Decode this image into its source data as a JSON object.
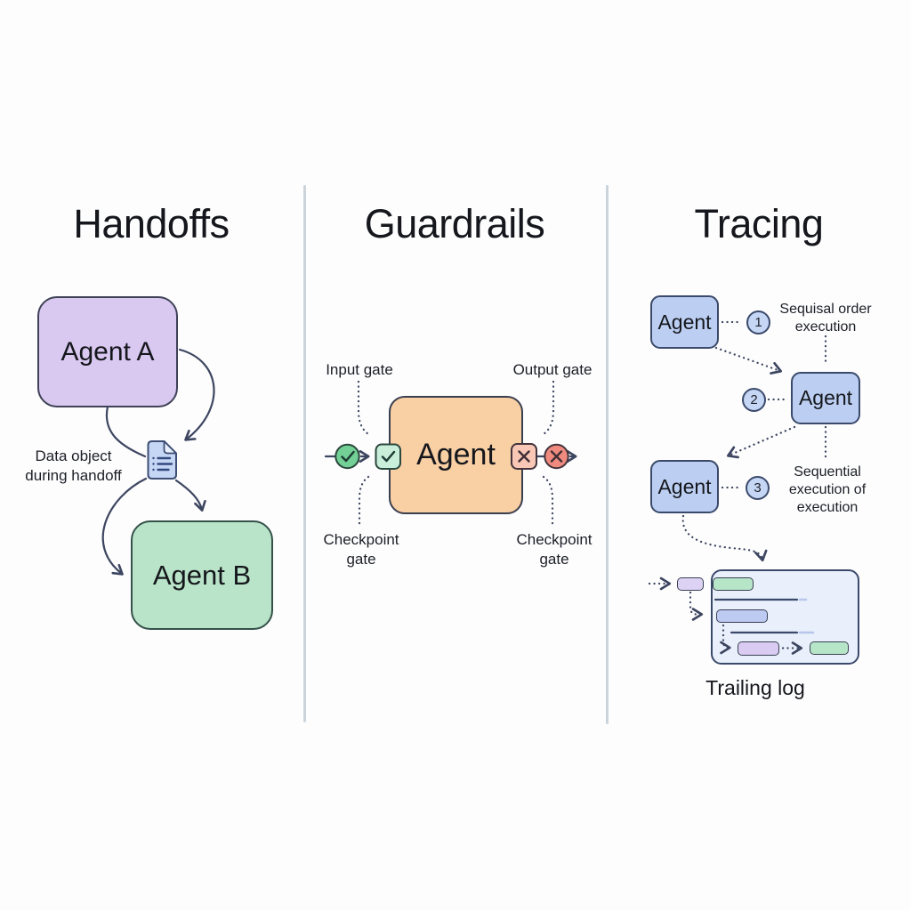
{
  "palette": {
    "ink": "#1c1e24",
    "line": "#3d4660",
    "divider": "#ccd4db",
    "purple-box": "#d9c8f0",
    "green-box": "#b9e4c9",
    "orange-box": "#f9cfa4",
    "blue-box": "#bccff2",
    "blue-chip": "#c5d7f5",
    "doc-fill": "#c6d6f5",
    "green-circle": "#72cf95",
    "green-square": "#c9eeda",
    "pink-square": "#f8c7b5",
    "red-circle": "#ef8b7e",
    "log-box": "#e9effb",
    "bar-green": "#b7e5c8",
    "bar-blue": "#bdcaf1",
    "bar-purple": "#d9cbf2",
    "chip-purple": "#ded2f4",
    "line-light": "#b9c6ec"
  },
  "icons": {
    "document": "document-icon",
    "check_circle": "check-circle-icon",
    "check_square": "check-square-icon",
    "x_square": "x-square-icon",
    "x_circle": "x-circle-icon",
    "arrowhead": "chevron-arrowhead-icon"
  },
  "handoffs": {
    "title": "Handoffs",
    "agent_a": "Agent A",
    "agent_b": "Agent B",
    "data_object_line1": "Data object",
    "data_object_line2": "during handoff"
  },
  "guardrails": {
    "title": "Guardrails",
    "agent": "Agent",
    "input_gate": "Input gate",
    "output_gate": "Output gate",
    "checkpoint_line1": "Checkpoint",
    "checkpoint_line2": "gate"
  },
  "tracing": {
    "title": "Tracing",
    "agent1": "Agent",
    "agent2": "Agent",
    "agent3": "Agent",
    "step1": "1",
    "step2": "2",
    "step3": "3",
    "annotation1_line1": "Sequisal order",
    "annotation1_line2": "execution",
    "annotation2_line1": "Sequential",
    "annotation2_line2": "execution of",
    "annotation2_line3": "execution",
    "trailing_log": "Trailing log"
  }
}
